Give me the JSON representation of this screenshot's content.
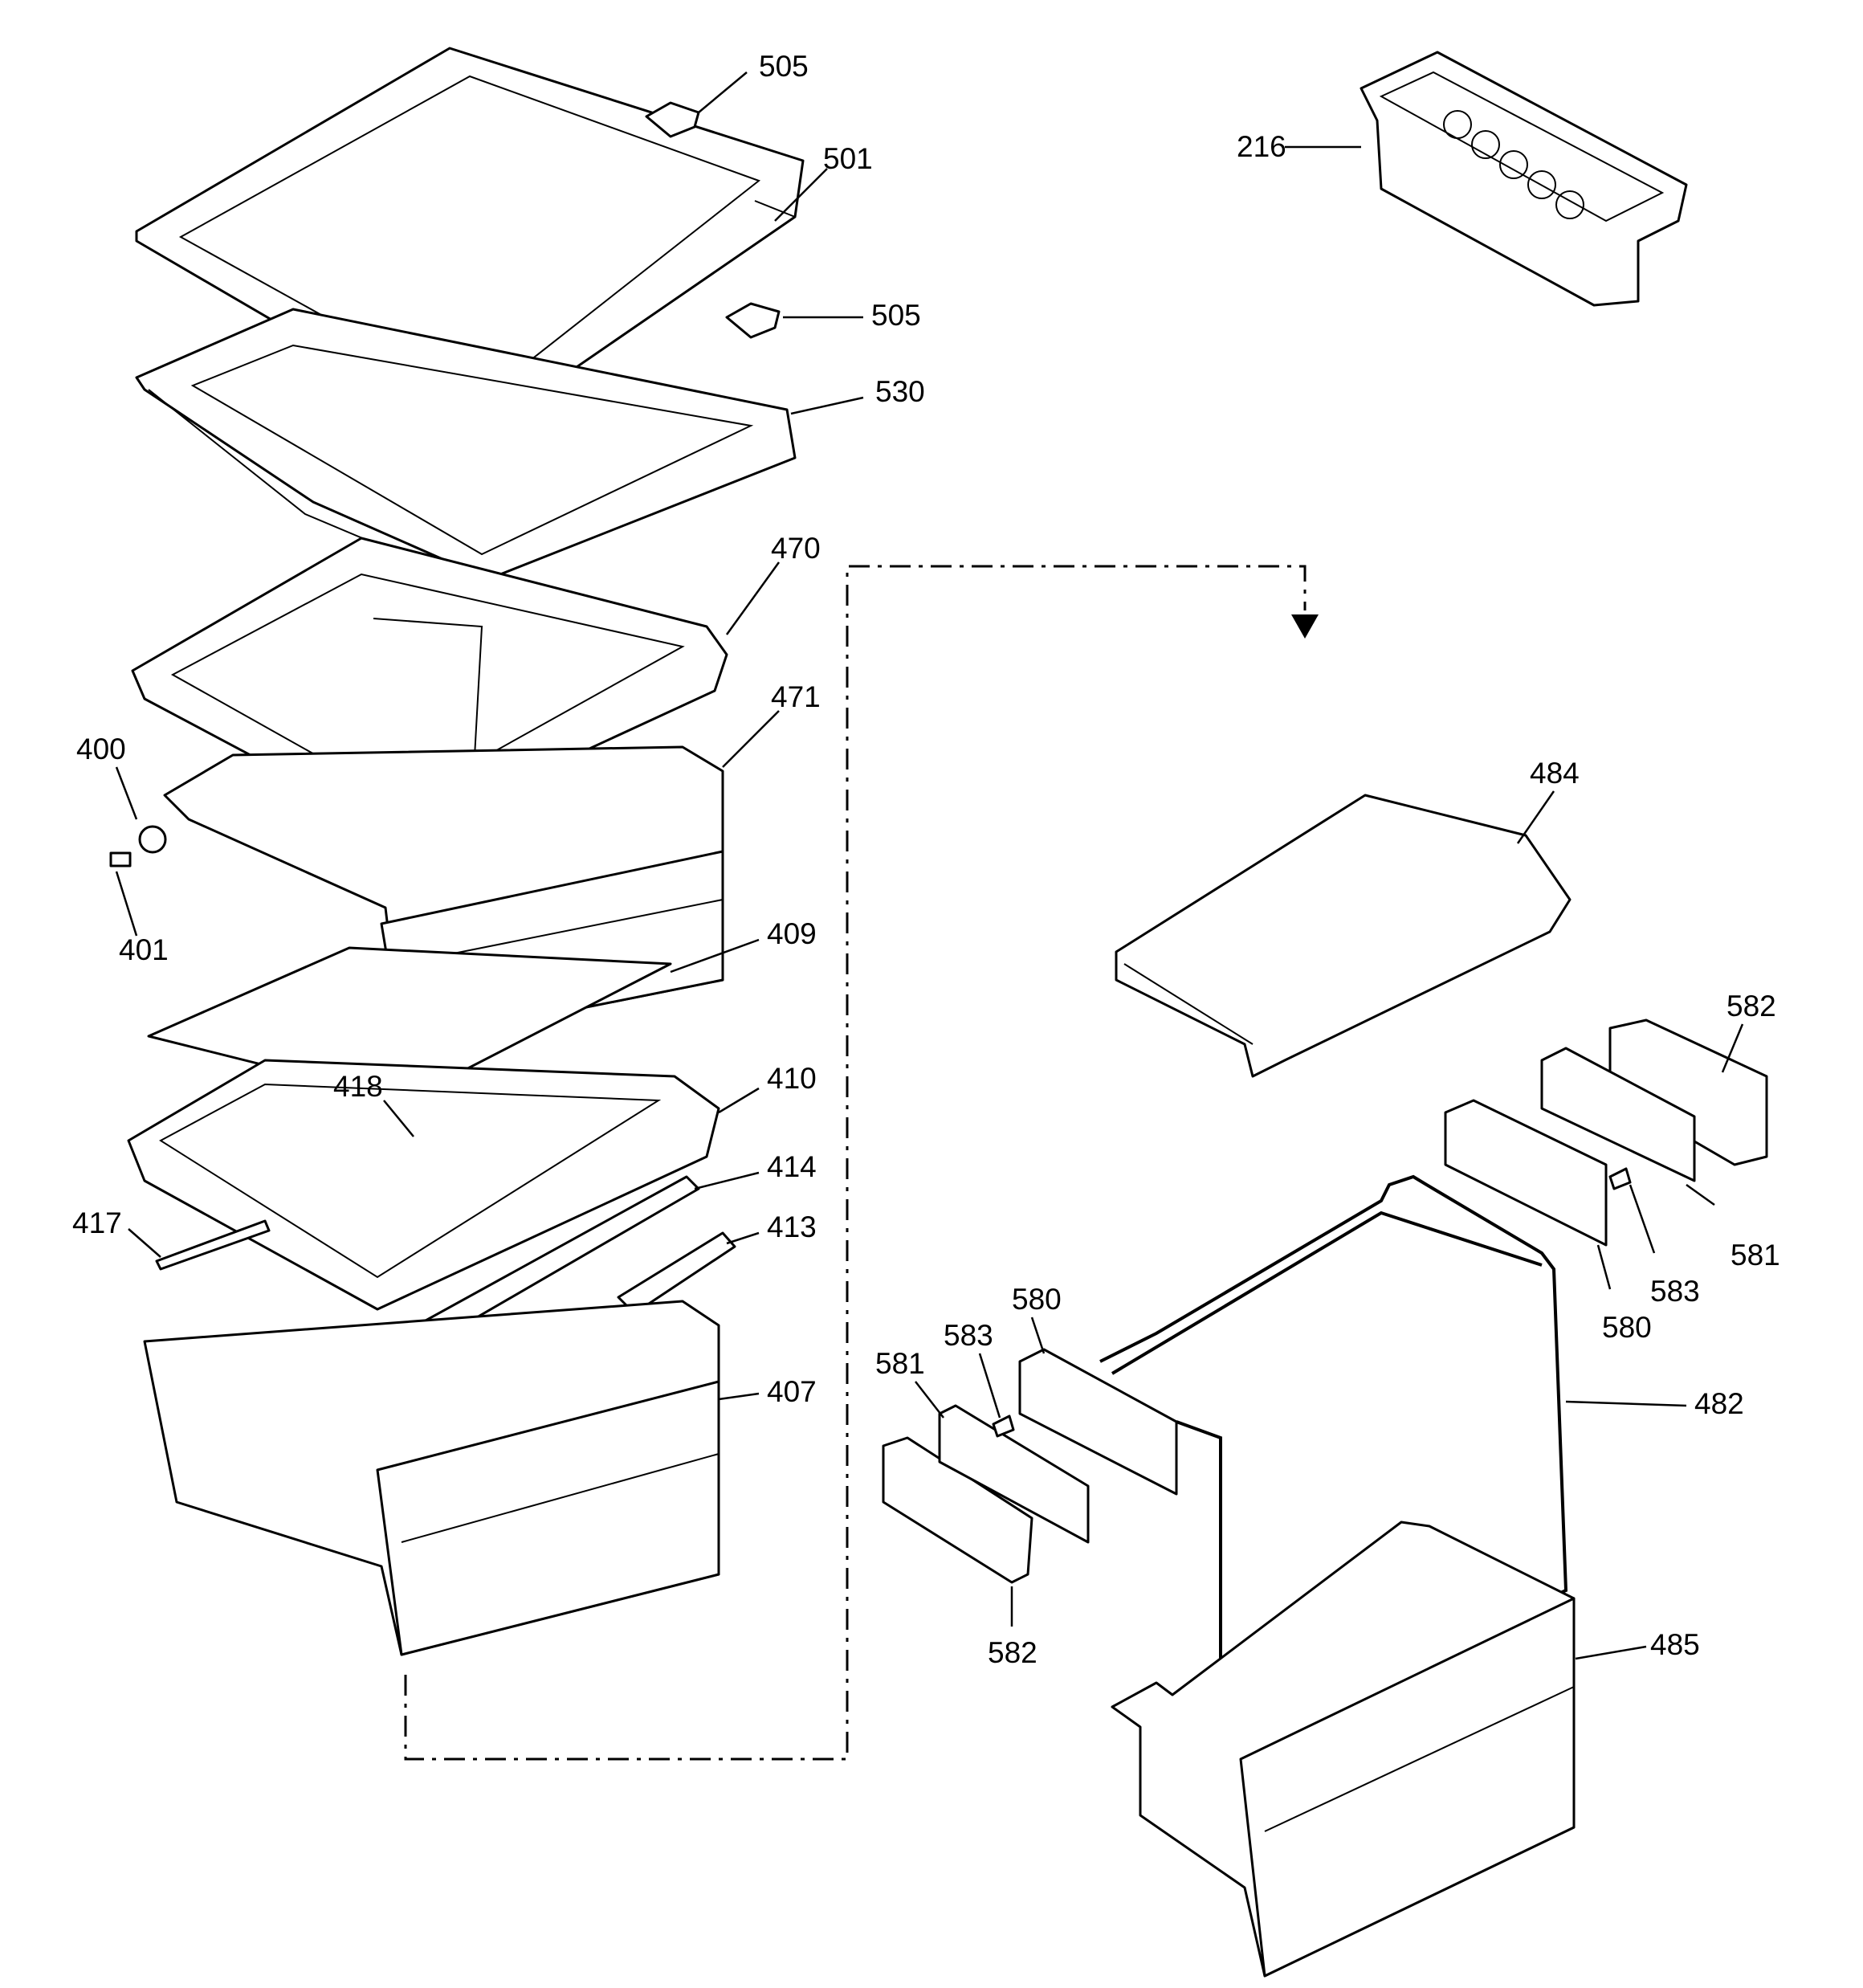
{
  "diagram": {
    "labels": {
      "p505a": "505",
      "p501": "501",
      "p505b": "505",
      "p530": "530",
      "p470": "470",
      "p471": "471",
      "p400": "400",
      "p401": "401",
      "p409": "409",
      "p418": "418",
      "p410": "410",
      "p414": "414",
      "p417": "417",
      "p413": "413",
      "p407": "407",
      "p216": "216",
      "p484": "484",
      "p582a": "582",
      "p581a": "581",
      "p583a": "583",
      "p580a": "580",
      "p580b": "580",
      "p583b": "583",
      "p581b": "581",
      "p482": "482",
      "p582b": "582",
      "p485": "485"
    }
  }
}
